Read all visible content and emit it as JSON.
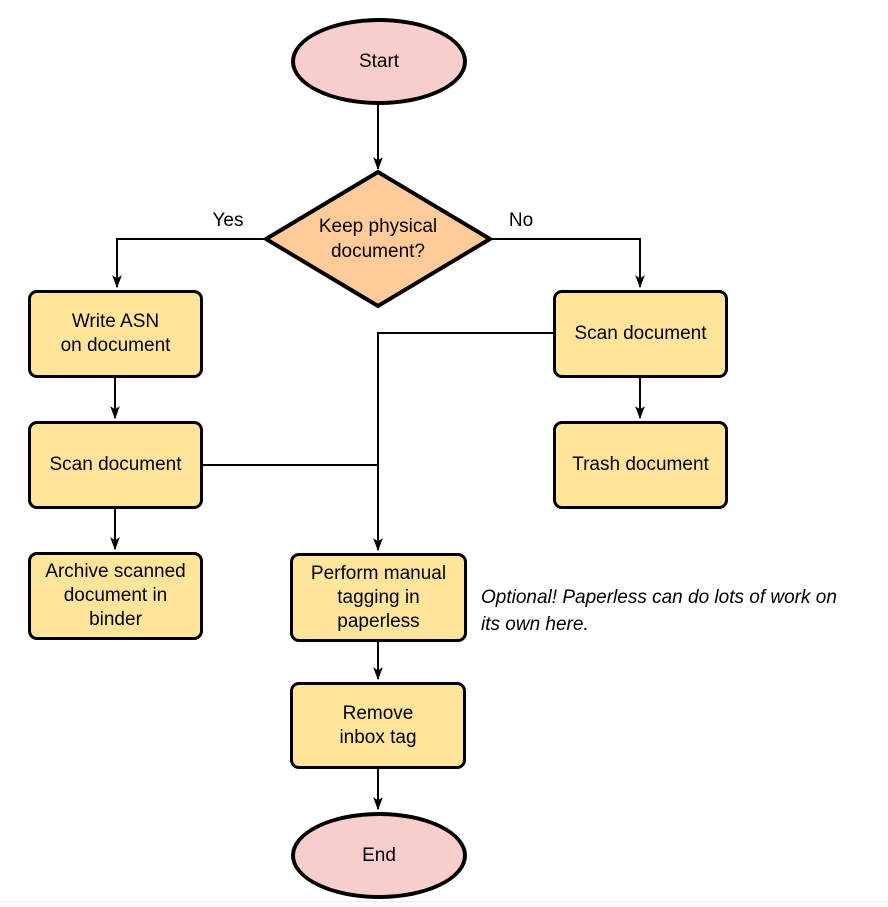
{
  "colors": {
    "process_fill": "#ffe599",
    "decision_fill": "#ffcc99",
    "terminal_fill": "#f8cecc",
    "stroke": "#000000",
    "connector": "#000000",
    "page_edge": "#ededed"
  },
  "nodes": {
    "start": {
      "type": "terminal",
      "lines": [
        "Start"
      ]
    },
    "decision": {
      "type": "decision",
      "lines": [
        "Keep physical",
        "document?"
      ]
    },
    "write_asn": {
      "type": "process",
      "lines": [
        "Write ASN",
        "on document"
      ]
    },
    "scan_left": {
      "type": "process",
      "lines": [
        "Scan document"
      ]
    },
    "archive": {
      "type": "process",
      "lines": [
        "Archive scanned",
        "document in",
        "binder"
      ]
    },
    "scan_right": {
      "type": "process",
      "lines": [
        "Scan document"
      ]
    },
    "trash": {
      "type": "process",
      "lines": [
        "Trash document"
      ]
    },
    "tagging": {
      "type": "process",
      "lines": [
        "Perform manual",
        "tagging in",
        "paperless"
      ]
    },
    "remove_inbox": {
      "type": "process",
      "lines": [
        "Remove",
        "inbox tag"
      ]
    },
    "end": {
      "type": "terminal",
      "lines": [
        "End"
      ]
    }
  },
  "edge_labels": {
    "yes": "Yes",
    "no": "No"
  },
  "annotation": {
    "lines": [
      "Optional! Paperless can do lots of work on",
      "its own here."
    ]
  }
}
